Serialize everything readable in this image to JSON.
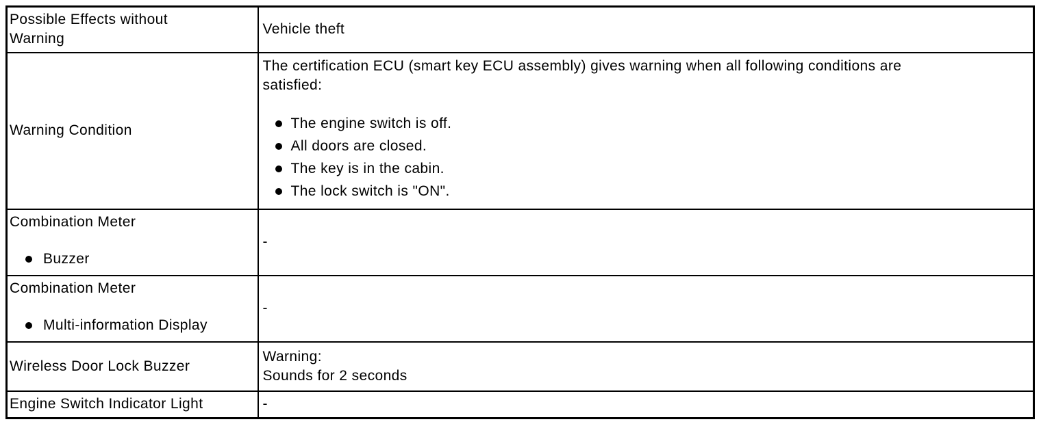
{
  "colors": {
    "background": "#ffffff",
    "text": "#000000",
    "border": "#000000"
  },
  "table": {
    "rows": [
      {
        "label": "Possible Effects without\nWarning",
        "value": "Vehicle theft"
      },
      {
        "label": "Warning Condition",
        "intro": "The certification ECU (smart key ECU assembly) gives warning when all following conditions are\nsatisfied:",
        "bullets": [
          "The engine switch is off.",
          "All doors are closed.",
          "The key is in the cabin.",
          "The lock switch is \"ON\"."
        ]
      },
      {
        "label": "Combination Meter",
        "label_bullets": [
          "Buzzer"
        ],
        "value": "-"
      },
      {
        "label": "Combination Meter",
        "label_bullets": [
          "Multi-information Display"
        ],
        "value": "-"
      },
      {
        "label": "Wireless Door Lock Buzzer",
        "value": "Warning:\nSounds for 2 seconds"
      },
      {
        "label": "Engine Switch Indicator Light",
        "value": "-"
      }
    ]
  }
}
